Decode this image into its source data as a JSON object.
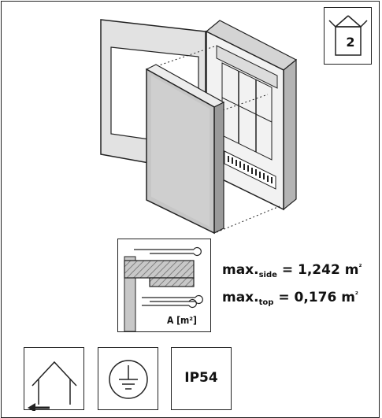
{
  "package": {
    "count": "2",
    "icon": "open-box-icon"
  },
  "airflow": {
    "unit_label": "A [m²]",
    "side": {
      "prefix": "max.",
      "subscript": "side",
      "value": "= 1,242 m",
      "unit_sup": "²"
    },
    "top": {
      "prefix": "max.",
      "subscript": "top",
      "value": "= 0,176 m",
      "unit_sup": "²"
    }
  },
  "icons": [
    {
      "name": "indoor-use-icon"
    },
    {
      "name": "protective-earth-icon"
    },
    {
      "name": "ip-rating",
      "label": "IP54"
    }
  ]
}
